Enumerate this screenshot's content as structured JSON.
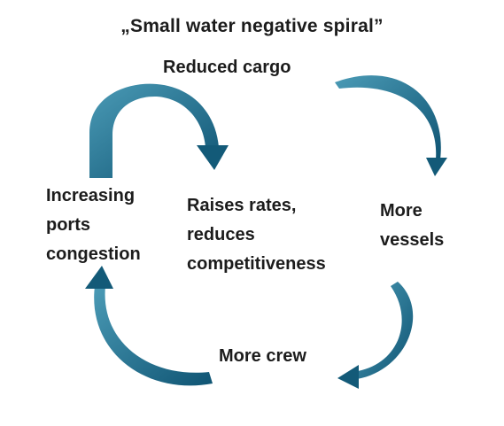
{
  "title": "„Small water negative spiral”",
  "nodes": {
    "reduced_cargo": [
      "Reduced cargo"
    ],
    "more_vessels": [
      "More",
      "vessels"
    ],
    "more_crew": [
      "More crew"
    ],
    "ports_congestion": [
      "Increasing",
      "ports",
      "congestion"
    ],
    "center": [
      "Raises rates,",
      "reduces",
      "competitiveness"
    ]
  },
  "colors": {
    "arrow_light": "#3a8aa6",
    "arrow_dark": "#135a78",
    "text": "#1c1c1c"
  }
}
